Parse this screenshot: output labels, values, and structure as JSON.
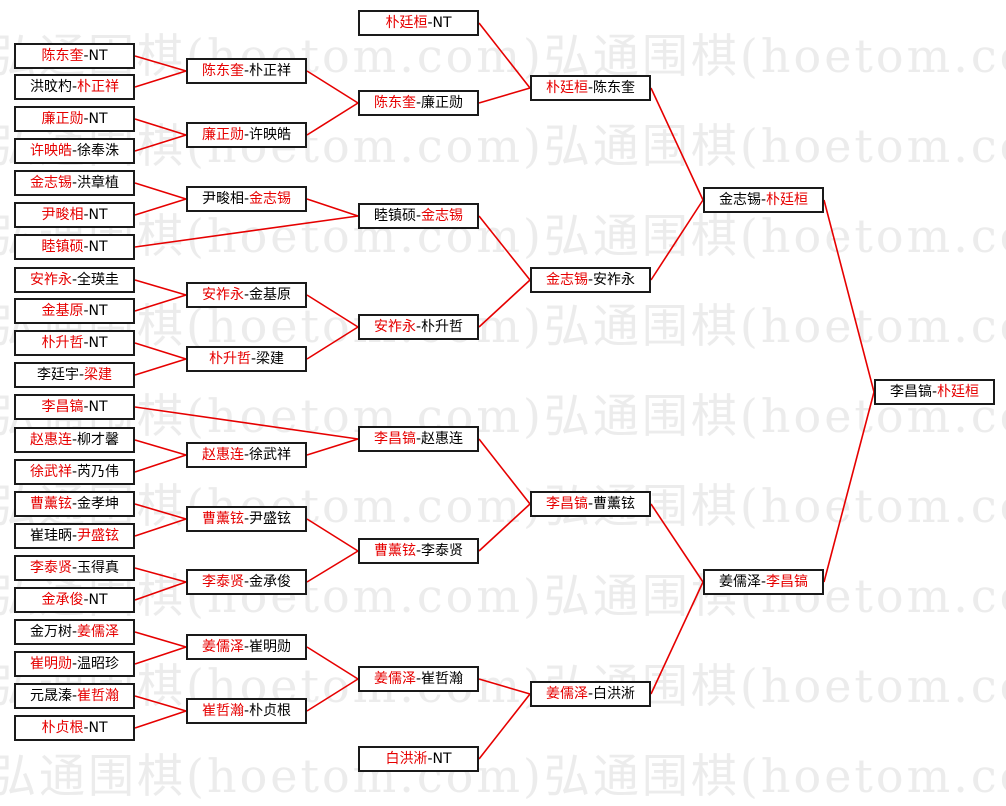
{
  "watermark": "弘通围棋(hoetom.com)弘通围棋(hoetom.com)",
  "colors": {
    "winner": "#e60000",
    "line": "#e60000",
    "border": "#1a1a1a"
  },
  "rounds": [
    {
      "name": "r1",
      "matches": [
        {
          "p1": "陈东奎",
          "p2": "NT",
          "winner": 1
        },
        {
          "p1": "洪旼杓",
          "p2": "朴正祥",
          "winner": 2
        },
        {
          "p1": "廉正勋",
          "p2": "NT",
          "winner": 1
        },
        {
          "p1": "许映皓",
          "p2": "徐奉洙",
          "winner": 1
        },
        {
          "p1": "金志锡",
          "p2": "洪章植",
          "winner": 1
        },
        {
          "p1": "尹畯相",
          "p2": "NT",
          "winner": 1
        },
        {
          "p1": "睦镇硕",
          "p2": "NT",
          "winner": 1
        },
        {
          "p1": "安祚永",
          "p2": "全瑛圭",
          "winner": 1
        },
        {
          "p1": "金基原",
          "p2": "NT",
          "winner": 1
        },
        {
          "p1": "朴升哲",
          "p2": "NT",
          "winner": 1
        },
        {
          "p1": "李廷宇",
          "p2": "梁建",
          "winner": 2
        },
        {
          "p1": "李昌镐",
          "p2": "NT",
          "winner": 1
        },
        {
          "p1": "赵惠连",
          "p2": "柳才馨",
          "winner": 1
        },
        {
          "p1": "徐武祥",
          "p2": "芮乃伟",
          "winner": 1
        },
        {
          "p1": "曹薰铉",
          "p2": "金孝坤",
          "winner": 1
        },
        {
          "p1": "崔珪昞",
          "p2": "尹盛铉",
          "winner": 2
        },
        {
          "p1": "李泰贤",
          "p2": "玉得真",
          "winner": 1
        },
        {
          "p1": "金承俊",
          "p2": "NT",
          "winner": 1
        },
        {
          "p1": "金万树",
          "p2": "姜儒泽",
          "winner": 2
        },
        {
          "p1": "崔明勋",
          "p2": "温昭珍",
          "winner": 1
        },
        {
          "p1": "元晟溱",
          "p2": "崔哲瀚",
          "winner": 2
        },
        {
          "p1": "朴贞根",
          "p2": "NT",
          "winner": 1
        },
        {
          "p1": "朴廷桓",
          "p2": "NT",
          "winner": 1
        },
        {
          "p1": "白洪淅",
          "p2": "NT",
          "winner": 1
        }
      ]
    },
    {
      "name": "r2",
      "matches": [
        {
          "p1": "陈东奎",
          "p2": "朴正祥",
          "winner": 1
        },
        {
          "p1": "廉正勋",
          "p2": "许映皓",
          "winner": 1
        },
        {
          "p1": "尹畯相",
          "p2": "金志锡",
          "winner": 2
        },
        {
          "p1": "安祚永",
          "p2": "金基原",
          "winner": 1
        },
        {
          "p1": "朴升哲",
          "p2": "梁建",
          "winner": 1
        },
        {
          "p1": "赵惠连",
          "p2": "徐武祥",
          "winner": 1
        },
        {
          "p1": "曹薰铉",
          "p2": "尹盛铉",
          "winner": 1
        },
        {
          "p1": "李泰贤",
          "p2": "金承俊",
          "winner": 1
        },
        {
          "p1": "姜儒泽",
          "p2": "崔明勋",
          "winner": 1
        },
        {
          "p1": "崔哲瀚",
          "p2": "朴贞根",
          "winner": 1
        }
      ]
    },
    {
      "name": "r3",
      "matches": [
        {
          "p1": "陈东奎",
          "p2": "廉正勋",
          "winner": 1
        },
        {
          "p1": "睦镇硕",
          "p2": "金志锡",
          "winner": 2
        },
        {
          "p1": "安祚永",
          "p2": "朴升哲",
          "winner": 1
        },
        {
          "p1": "李昌镐",
          "p2": "赵惠连",
          "winner": 1
        },
        {
          "p1": "曹薰铉",
          "p2": "李泰贤",
          "winner": 1
        },
        {
          "p1": "姜儒泽",
          "p2": "崔哲瀚",
          "winner": 1
        }
      ]
    },
    {
      "name": "r4",
      "matches": [
        {
          "p1": "朴廷桓",
          "p2": "陈东奎",
          "winner": 1
        },
        {
          "p1": "金志锡",
          "p2": "安祚永",
          "winner": 1
        },
        {
          "p1": "李昌镐",
          "p2": "曹薰铉",
          "winner": 1
        },
        {
          "p1": "姜儒泽",
          "p2": "白洪淅",
          "winner": 1
        }
      ]
    },
    {
      "name": "r5",
      "matches": [
        {
          "p1": "金志锡",
          "p2": "朴廷桓",
          "winner": 2
        },
        {
          "p1": "姜儒泽",
          "p2": "李昌镐",
          "winner": 2
        }
      ]
    },
    {
      "name": "final",
      "matches": [
        {
          "p1": "李昌镐",
          "p2": "朴廷桓",
          "winner": 2
        }
      ]
    }
  ]
}
